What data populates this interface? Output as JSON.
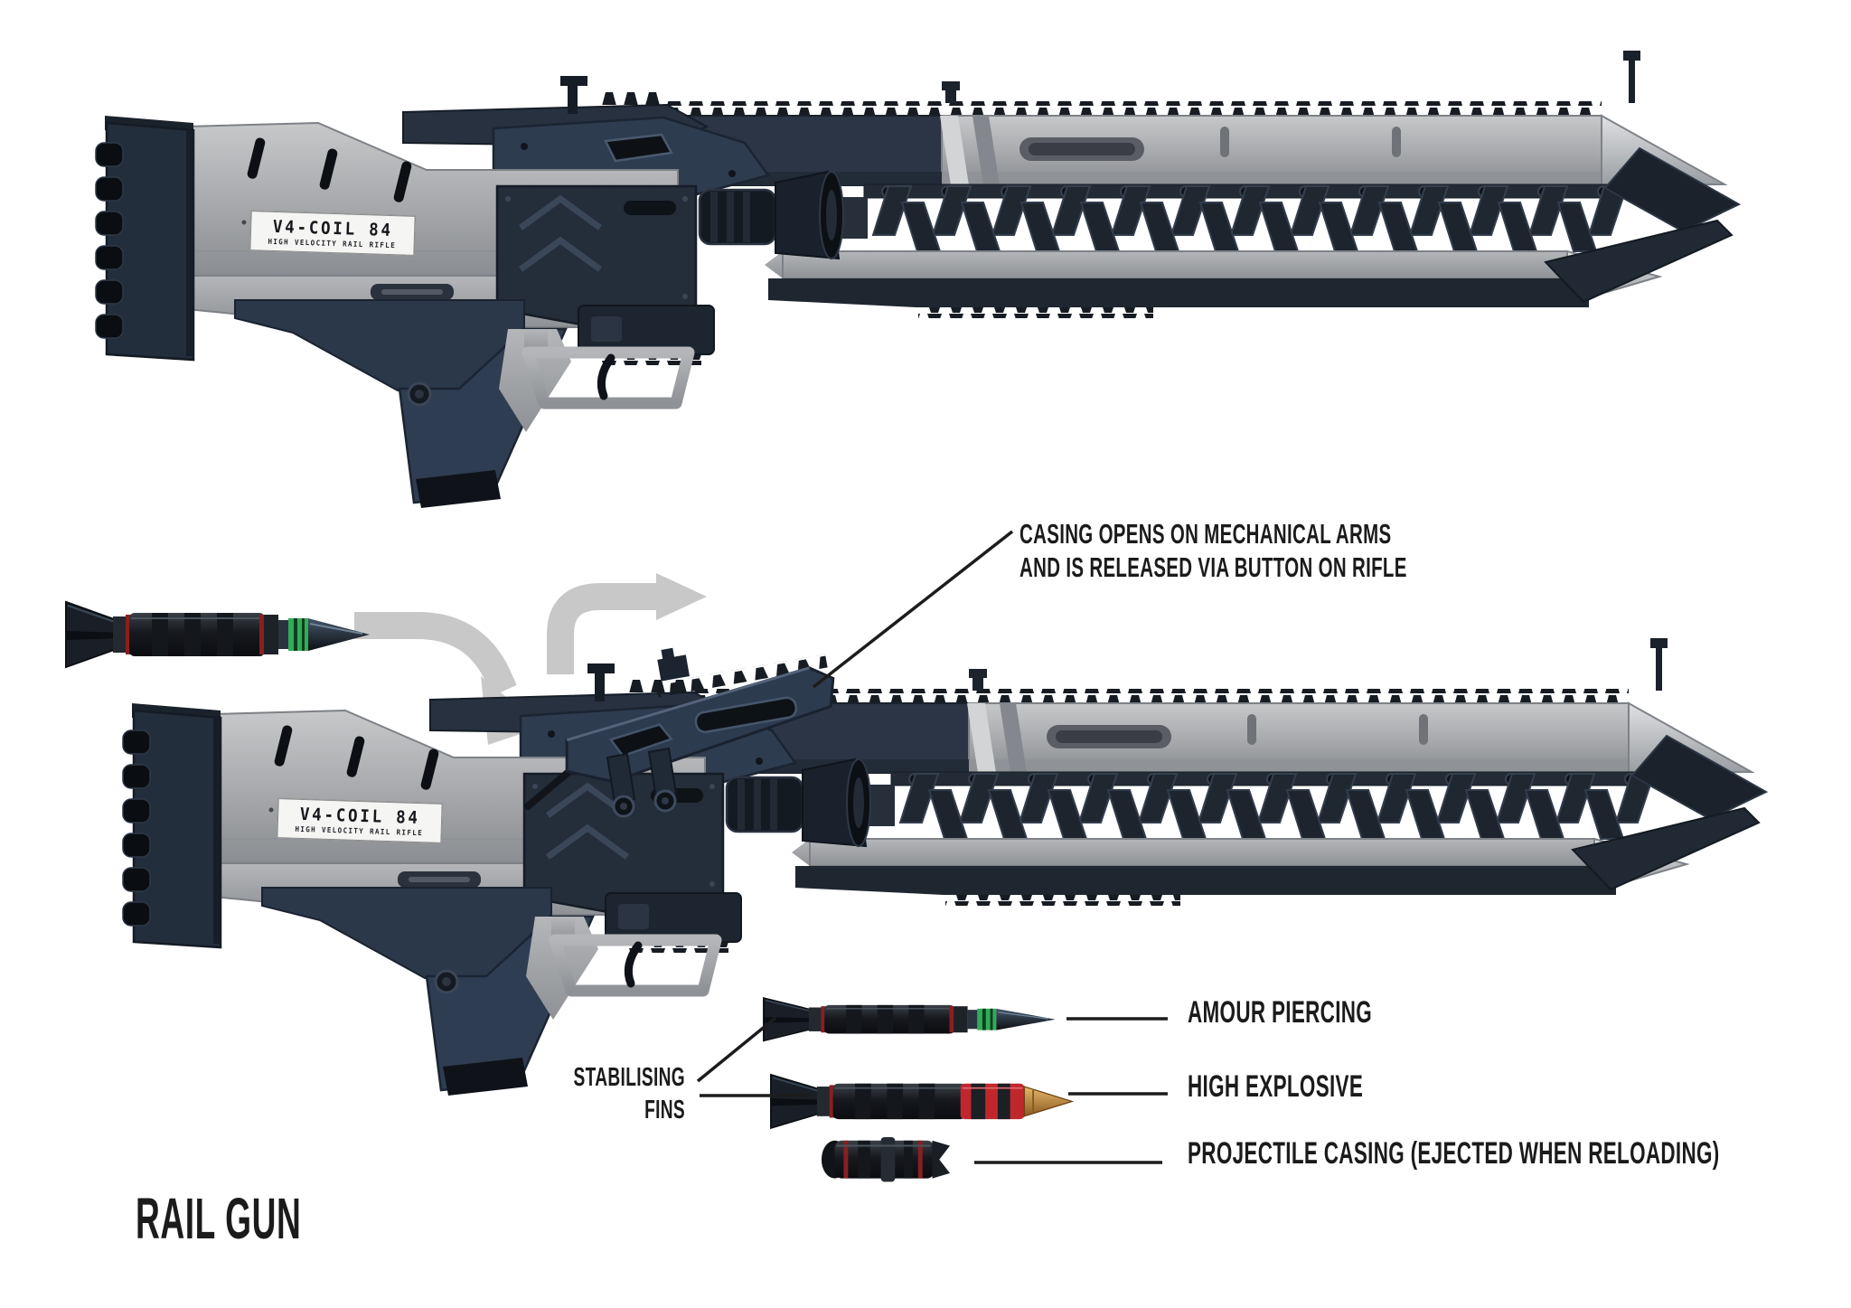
{
  "page": {
    "background": "#ffffff",
    "title": "RAIL GUN"
  },
  "weapon_plate": {
    "model": "V4-COIL 84",
    "type_line": "HIGH VELOCITY RAIL RIFLE"
  },
  "annotations": {
    "casing_note_line1": "CASING OPENS ON MECHANICAL ARMS",
    "casing_note_line2": "AND IS RELEASED VIA BUTTON ON RIFLE",
    "fins_label_line1": "STABILISING",
    "fins_label_line2": "FINS",
    "ammo_labels": [
      {
        "name": "armour-piercing-round",
        "label": "AMOUR PIERCING"
      },
      {
        "name": "high-explosive-round",
        "label": "HIGH EXPLOSIVE"
      },
      {
        "name": "projectile-casing",
        "label": "PROJECTILE CASING (EJECTED WHEN RELOADING)"
      }
    ]
  },
  "colors": {
    "silver": "#a9abae",
    "silver_light": "#cfd1d3",
    "navy": "#2d3b4f",
    "navy_dark": "#1c2530",
    "near_black": "#14181e",
    "red_ring": "#8a1f1f",
    "green_band": "#2fae57",
    "gold_tip": "#c39044",
    "he_red": "#c0272d",
    "arrow_gray": "#c8c8c8",
    "text": "#1b1b1b",
    "plate_bg": "#f5f5f3"
  }
}
